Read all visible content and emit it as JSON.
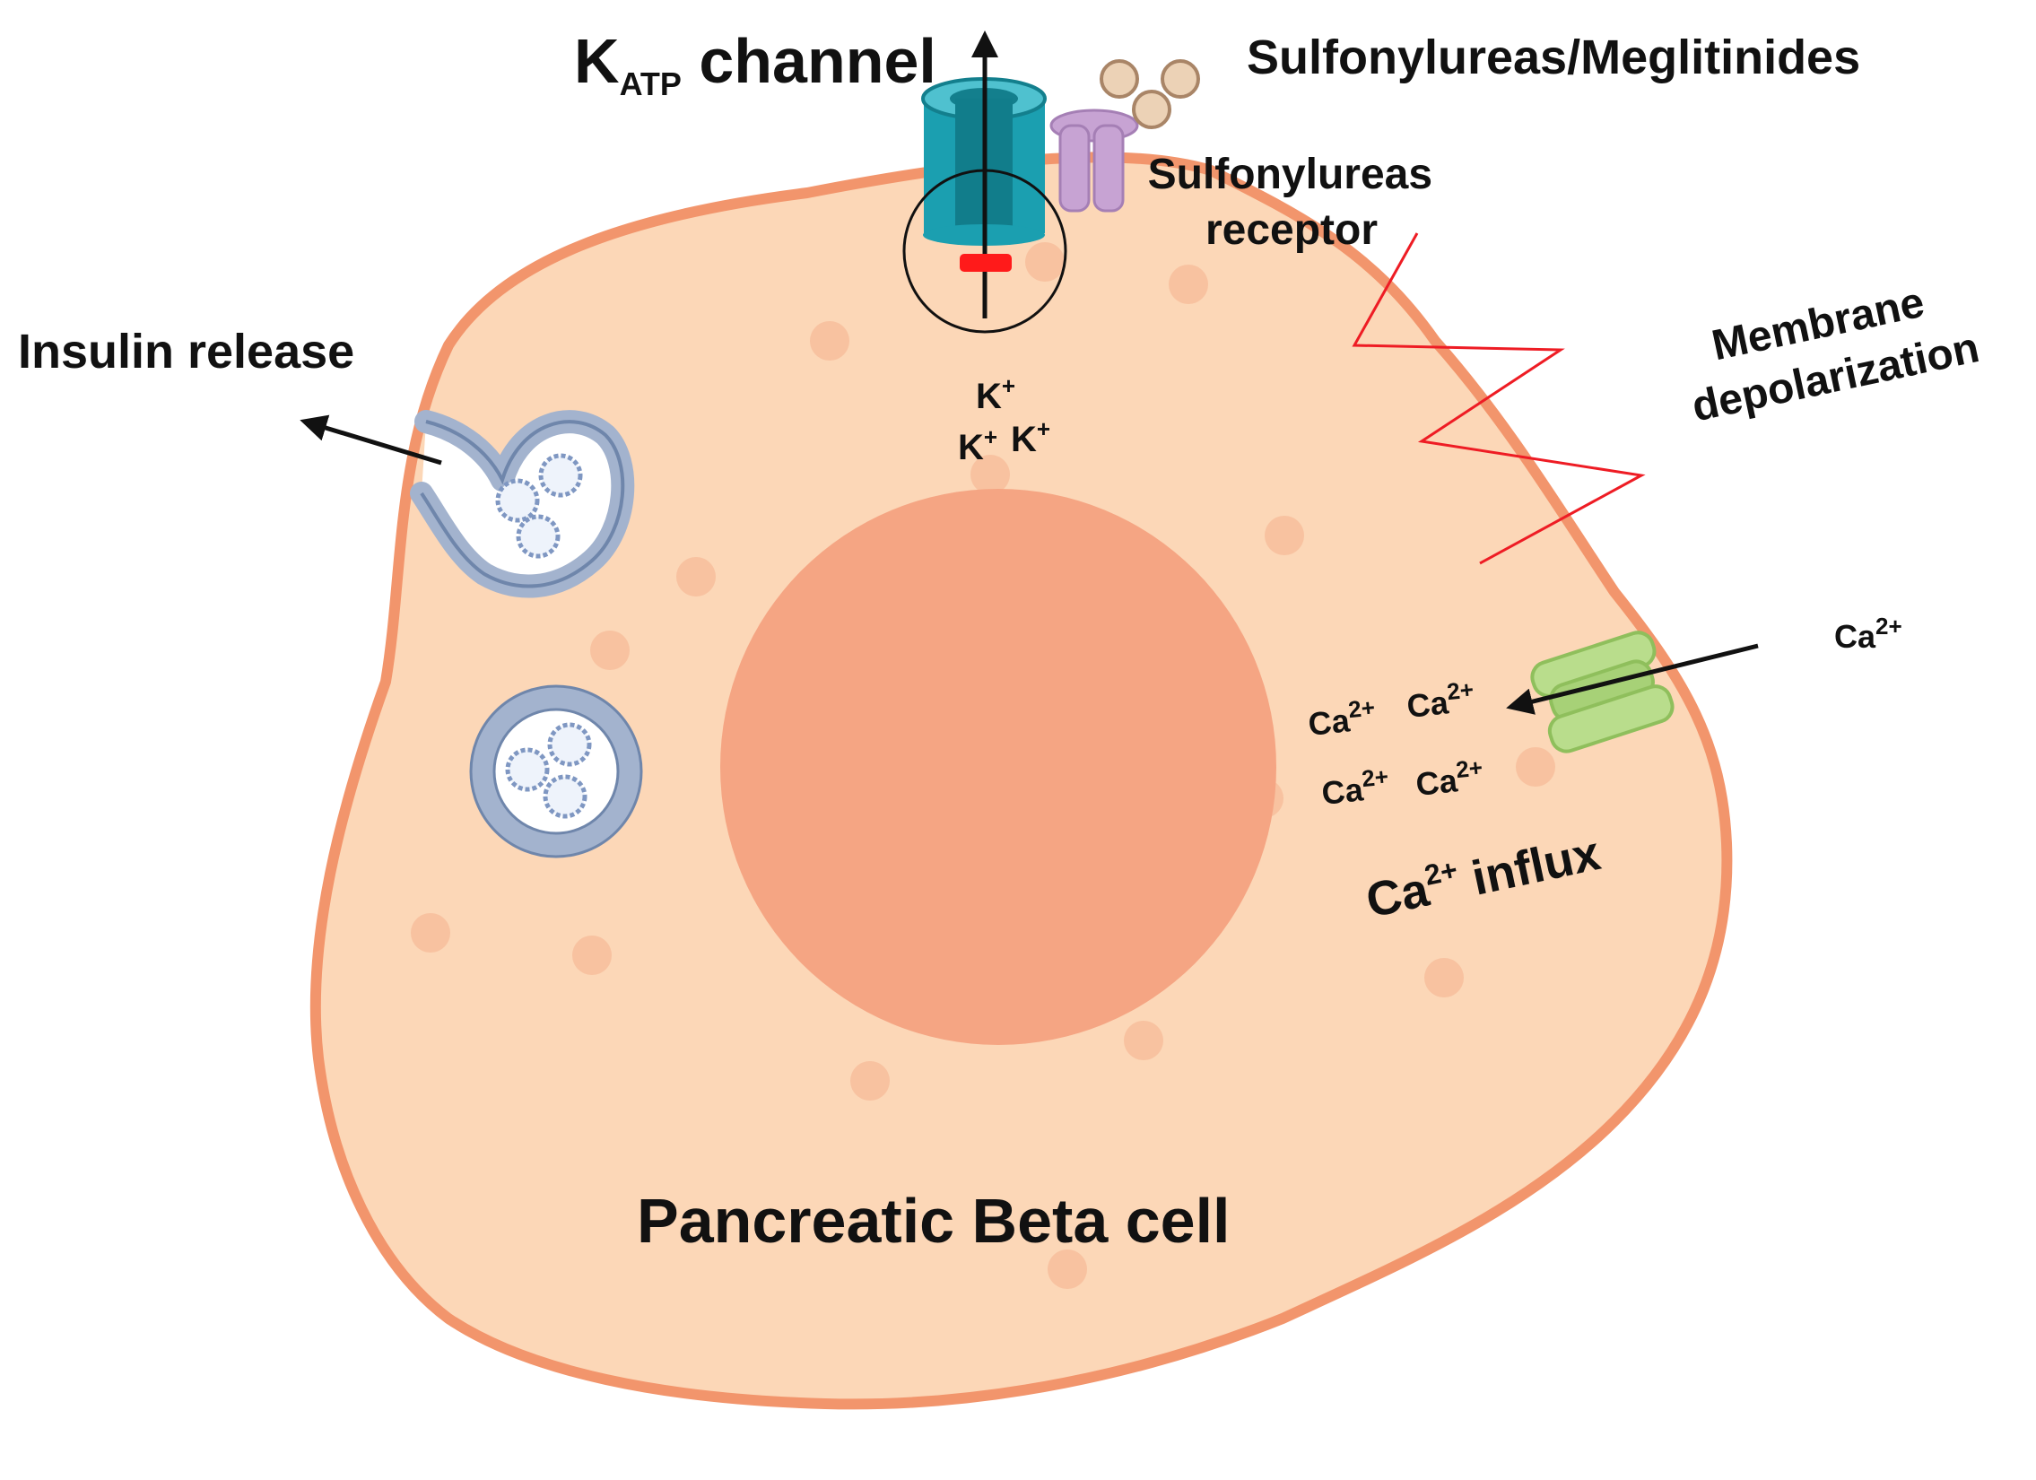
{
  "labels": {
    "katp_main": "K",
    "katp_sub": "ATP",
    "katp_rest": " channel",
    "sulfonylureas_meglitinides": "Sulfonylureas/Meglitinides",
    "receptor_line1": "Sulfonylureas",
    "receptor_line2": "receptor",
    "insulin_release": "Insulin release",
    "depolarization_line1": "Membrane",
    "depolarization_line2": "depolarization",
    "potassium_base": "K",
    "potassium_charge": "+",
    "calcium_base": "Ca",
    "calcium_charge": "2+",
    "calcium_influx_rest": " influx",
    "cell_name": "Pancreatic Beta cell"
  },
  "colors": {
    "cytoplasm": "#fcd7b7",
    "membrane": "#f2956c",
    "nucleus": "#f5a583",
    "granule": "#f8c2a0",
    "katp_channel": "#1b9fb0",
    "receptor": "#c7a3d3",
    "drug_particle": "#ecd2b6",
    "vesicle": "#a3b3ce",
    "calcium_channel": "#b9dd8c",
    "blocker": "#ff1a1a",
    "depolarization_wave": "#ee1c24",
    "text": "#111111"
  },
  "icons": [
    "katp-channel-icon",
    "sulfonylurea-receptor-icon",
    "drug-particle-icon",
    "vesicle-icon",
    "insulin-granule-icon",
    "calcium-channel-icon",
    "arrow-icon"
  ]
}
